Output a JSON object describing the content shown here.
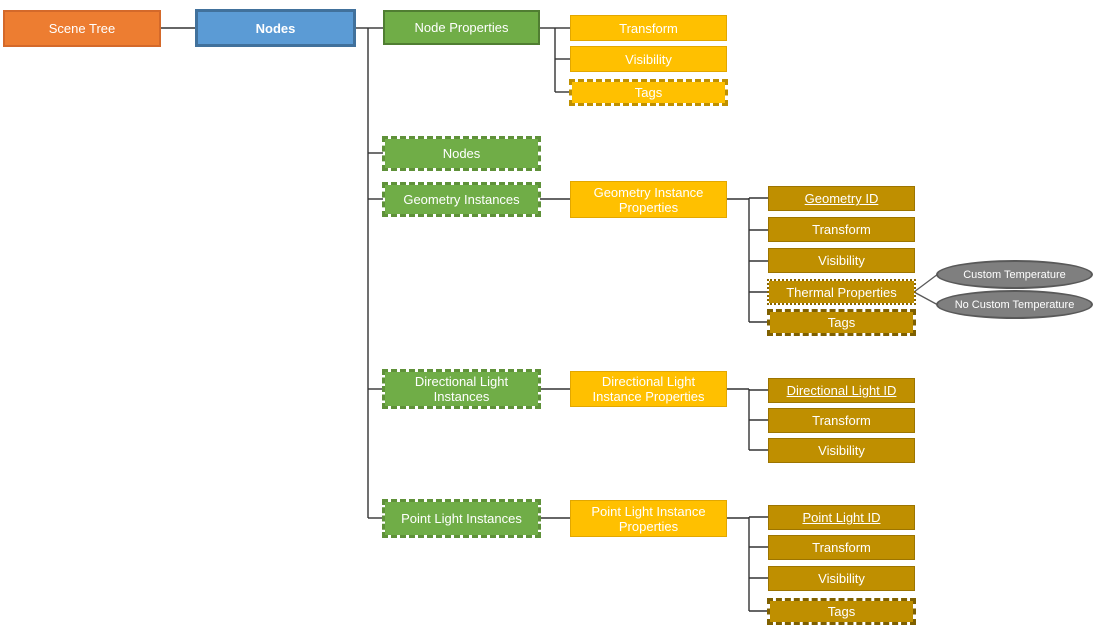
{
  "colors": {
    "scene_tree_fill": "#ED7D31",
    "nodes_fill": "#5B9BD5",
    "nodes_border": "#41719C",
    "branch_fill": "#70AD47",
    "branch_border": "#507E32",
    "properties_fill": "#FFC000",
    "attribute_fill": "#BF8F00",
    "outcome_fill": "#7F7F7F",
    "outcome_border": "#595959",
    "connector": "#333333"
  },
  "tree": {
    "scene_tree": "Scene Tree",
    "nodes": "Nodes",
    "node_properties": {
      "label": "Node Properties",
      "transform": "Transform",
      "visibility": "Visibility",
      "tags": "Tags"
    },
    "nodes_child": "Nodes",
    "geometry_instances": {
      "label": "Geometry Instances",
      "properties_label": "Geometry Instance Properties",
      "geometry_id": "Geometry ID",
      "transform": "Transform",
      "visibility": "Visibility",
      "thermal_properties": "Thermal Properties",
      "tags": "Tags",
      "thermal_custom": "Custom Temperature",
      "thermal_no_custom": "No Custom Temperature"
    },
    "directional_light_instances": {
      "label": "Directional Light Instances",
      "properties_label": "Directional Light Instance Properties",
      "id": "Directional Light ID",
      "transform": "Transform",
      "visibility": "Visibility"
    },
    "point_light_instances": {
      "label": "Point Light Instances",
      "properties_label": "Point Light Instance Properties",
      "id": "Point Light ID",
      "transform": "Transform",
      "visibility": "Visibility",
      "tags": "Tags"
    }
  }
}
